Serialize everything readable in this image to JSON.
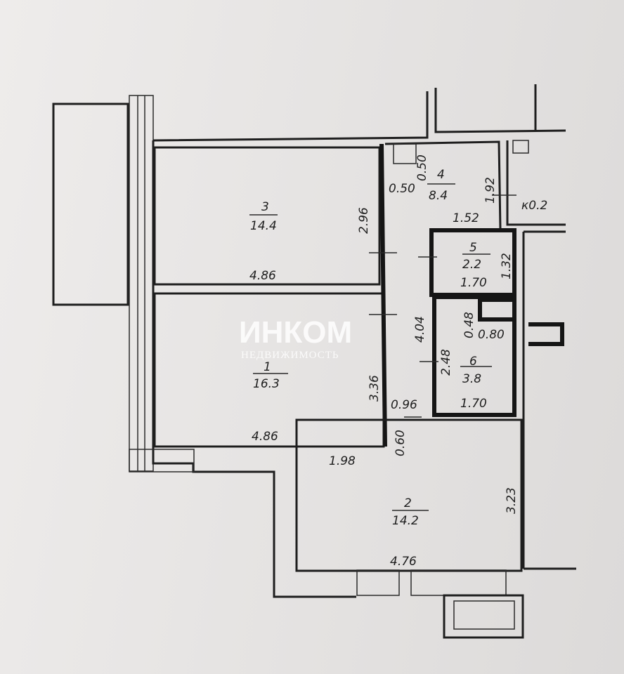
{
  "rooms": [
    {
      "number": "3",
      "area": "14.4",
      "dims": [
        "2.96",
        "4.86"
      ]
    },
    {
      "number": "1",
      "area": "16.3",
      "dims": [
        "3.36",
        "4.86"
      ]
    },
    {
      "number": "4",
      "area": "8.4",
      "dims": [
        "0.50",
        "0.50",
        "1.92",
        "1.52"
      ]
    },
    {
      "number": "5",
      "area": "2.2",
      "dims": [
        "1.32",
        "1.70"
      ]
    },
    {
      "number": "6",
      "area": "3.8",
      "dims": [
        "0.48",
        "0.80",
        "2.48",
        "1.70"
      ]
    },
    {
      "number": "2",
      "area": "14.2",
      "dims": [
        "3.23",
        "4.76",
        "1.98",
        "0.60"
      ]
    }
  ],
  "corridor": {
    "dims": [
      "4.04",
      "0.96"
    ]
  },
  "shaft_label": "к0.2",
  "watermark": {
    "brand": "ИНКОМ",
    "subtitle": "НЕДВИЖИМОСТЬ"
  }
}
